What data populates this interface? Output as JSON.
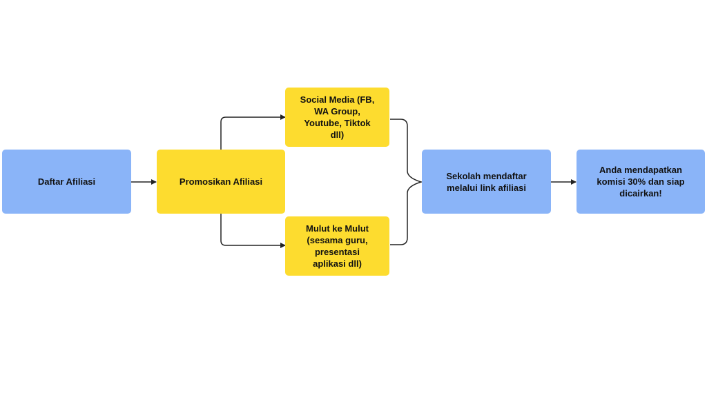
{
  "colors": {
    "blue_box": "#8ab4f8",
    "yellow_box": "#fddc2f",
    "connector": "#222222"
  },
  "nodes": {
    "daftar": "Daftar Afiliasi",
    "promosikan": "Promosikan Afiliasi",
    "social_media": "Social Media (FB,\nWA Group,\nYoutube, Tiktok\ndll)",
    "mulut": "Mulut ke Mulut\n(sesama guru,\npresentasi\naplikasi dll)",
    "sekolah": "Sekolah mendaftar\nmelalui link afiliasi",
    "komisi": "Anda mendapatkan\nkomisi 30% dan siap\ndicairkan!"
  }
}
